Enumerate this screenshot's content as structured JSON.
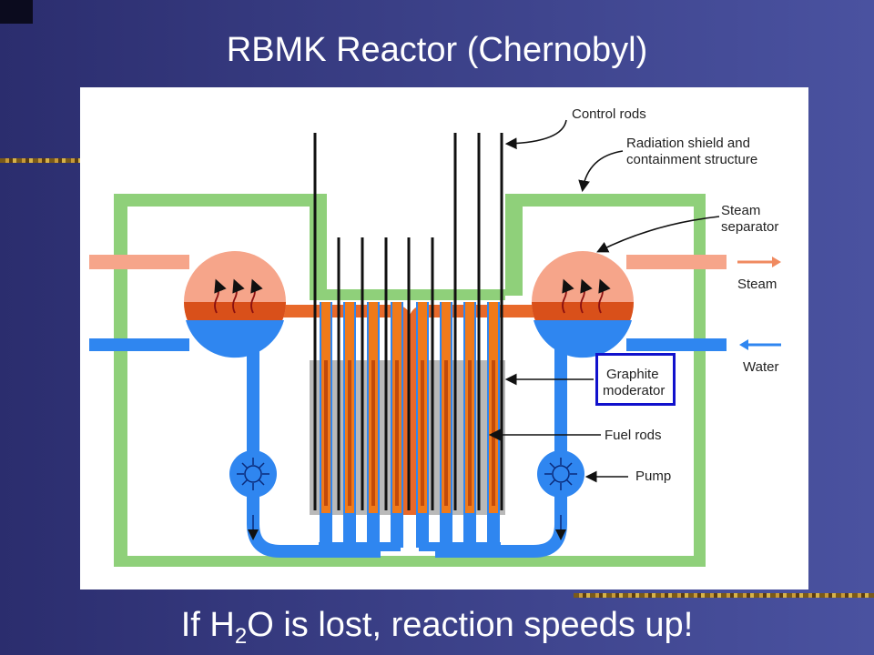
{
  "title": "RBMK Reactor (Chernobyl)",
  "caption": {
    "prefix": "If H",
    "subscript": "2",
    "suffix": "O is lost, reaction speeds up!"
  },
  "diagram": {
    "labels": {
      "control_rods": "Control rods",
      "radiation_shield_line1": "Radiation shield and",
      "radiation_shield_line2": "containment structure",
      "steam_separator_line1": "Steam",
      "steam_separator_line2": "separator",
      "steam": "Steam",
      "water": "Water",
      "graphite_line1": "Graphite",
      "graphite_line2": "moderator",
      "fuel_rods": "Fuel rods",
      "pump": "Pump"
    },
    "colors": {
      "containment": "#8fd07a",
      "steam_pipe": "#f4957a",
      "steam_hot": "#d9501a",
      "water_pipe": "#2f86f0",
      "fuel_rod": "#f07a1a",
      "graphite": "#b9b9b9",
      "highlight_box": "#1111cc"
    }
  }
}
